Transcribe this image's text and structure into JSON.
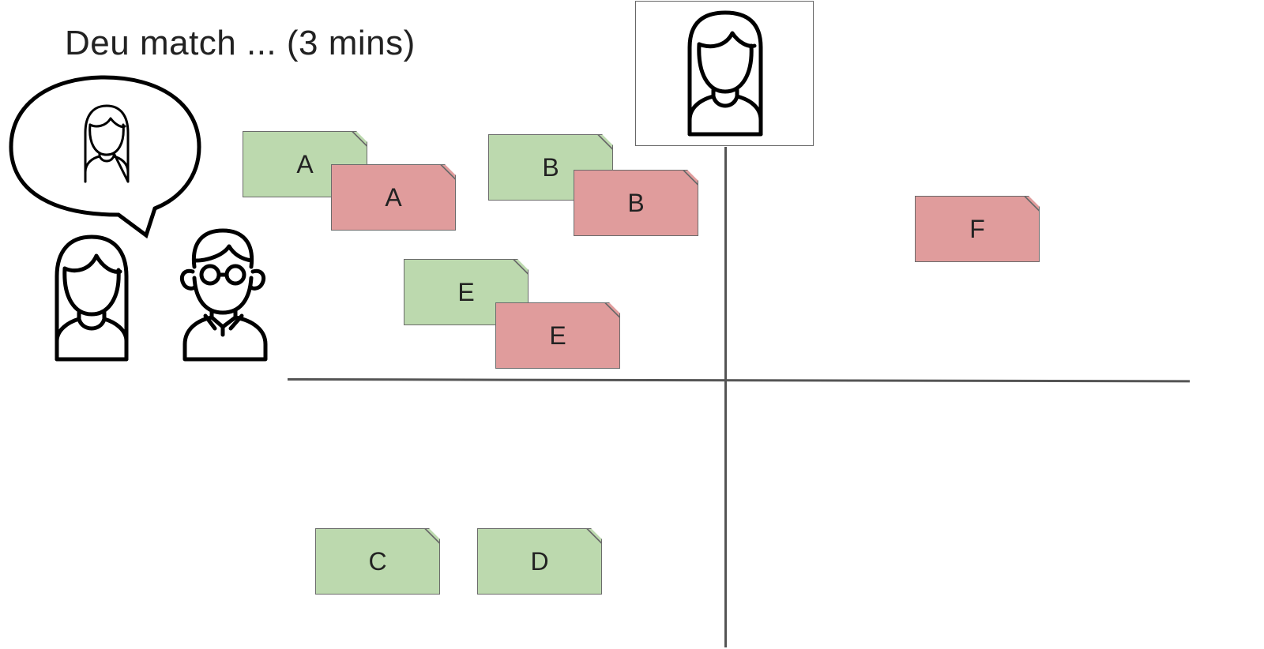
{
  "title": "Deu match ... (3 mins)",
  "colors": {
    "green_note": "#bcd9ae",
    "red_note": "#e09c9c",
    "axis": "#555555"
  },
  "icons": [
    "persona-woman-icon",
    "speech-bubble-icon",
    "woman-icon",
    "man-glasses-icon"
  ],
  "notes": {
    "a_green": "A",
    "a_red": "A",
    "b_green": "B",
    "b_red": "B",
    "e_green": "E",
    "e_red": "E",
    "f_red": "F",
    "c_green": "C",
    "d_green": "D"
  }
}
